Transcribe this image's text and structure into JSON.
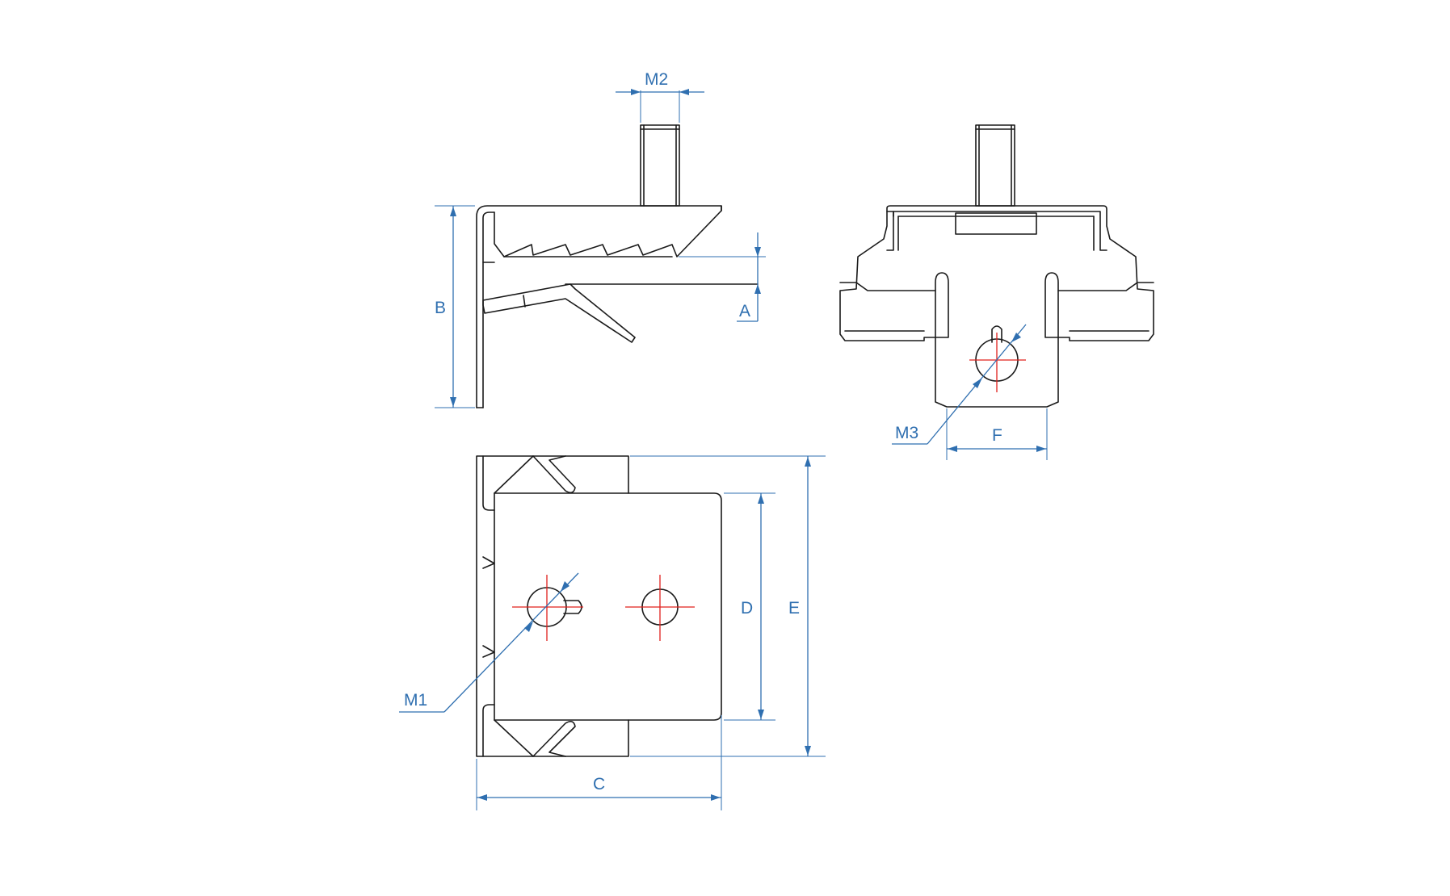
{
  "labels": {
    "m2": "M2",
    "b": "B",
    "a": "A",
    "m3": "M3",
    "f": "F",
    "d": "D",
    "e": "E",
    "m1": "M1",
    "c": "C"
  },
  "colors": {
    "outline": "#1a1a1a",
    "dimension": "#2f6fb0",
    "centerline": "#e0201c"
  }
}
